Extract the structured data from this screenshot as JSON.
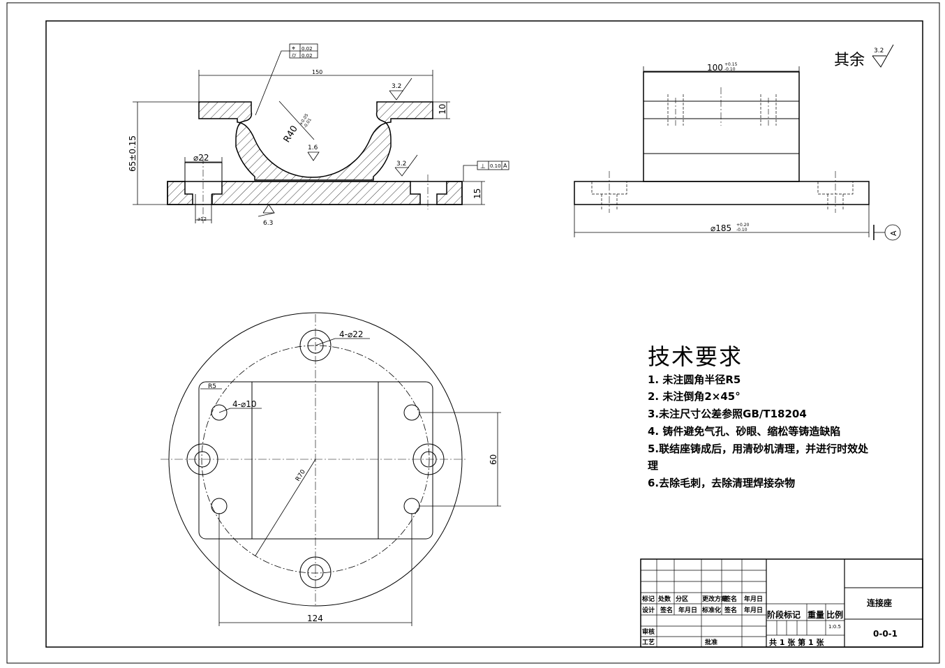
{
  "roughness_note": {
    "label": "其余",
    "value": "3.2"
  },
  "front_view": {
    "width_dim": "150",
    "height_dim": "65±0.15",
    "flange_thickness": "10",
    "base_thickness": "15",
    "counterbore_dim": "⌀22",
    "hole_dim": "⌀12",
    "radius_dim": "R40",
    "radius_tol_upper": "+0.05",
    "radius_tol_lower": "-0.01",
    "roughness_top": "3.2",
    "roughness_arc": "1.6",
    "roughness_base": "3.2",
    "roughness_bottom": "6.3",
    "fcf_position": "⌖",
    "fcf_position_value": "0.02",
    "fcf_cyl": "⌭",
    "fcf_cyl_value": "0.02",
    "fcf_perp": "⊥",
    "fcf_perp_value": "0.10",
    "fcf_perp_datum": "A"
  },
  "side_view": {
    "width_dim": "100",
    "width_tol_upper": "+0.15",
    "width_tol_lower": "-0.10",
    "base_dim": "⌀185",
    "base_tol_upper": "+0.20",
    "base_tol_lower": "-0.10",
    "datum": "A"
  },
  "top_view": {
    "holes_big": "4-⌀22",
    "holes_small": "4-⌀10",
    "fillet": "R5",
    "pcd_radius": "R70",
    "spacing_v": "60",
    "spacing_h": "124"
  },
  "tech_requirements": {
    "title": "技术要求",
    "items": [
      "1.  未注圆角半径R5",
      "2.  未注倒角2×45°",
      "3.未注尺寸公差参照GB/T18204",
      "4.  铸件避免气孔、砂眼、缩松等铸造缺陷",
      "5.联结座铸成后，用清砂机清理，并进行时效处",
      "理",
      "6.去除毛刺，去除清理焊接杂物"
    ]
  },
  "title_block": {
    "rev_headers": [
      "标记",
      "处数",
      "分区",
      "更改方案",
      "签名",
      "年月日"
    ],
    "design_row": [
      "设计",
      "签名",
      "年月日",
      "标准化",
      "签名",
      "年月日"
    ],
    "review": "审核",
    "process": "工艺",
    "approve": "批准",
    "stage_labels": [
      "阶段标记",
      "重量",
      "比例"
    ],
    "scale": "1:0.5",
    "sheet_info": "共 1 张  第 1 张",
    "part_name": "连接座",
    "drawing_no": "0-0-1"
  }
}
